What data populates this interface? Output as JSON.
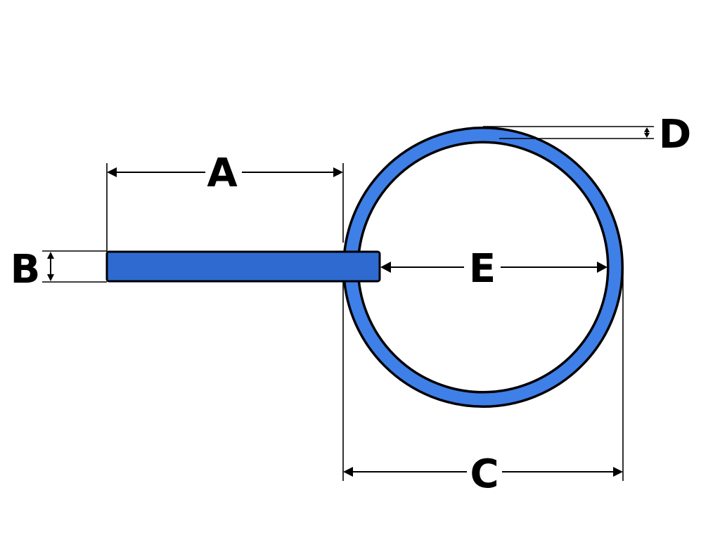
{
  "colors": {
    "ring_fill": "#3F7FE8",
    "bar_fill": "#2E6AD0",
    "outline": "#000000",
    "background": "#FFFFFF"
  },
  "labels": {
    "a": "A",
    "b": "B",
    "c": "C",
    "d": "D",
    "e": "E"
  }
}
